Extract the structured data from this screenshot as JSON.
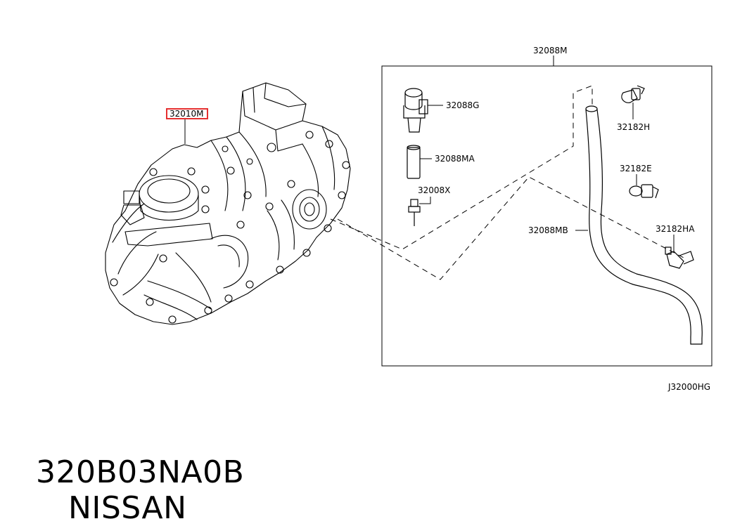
{
  "labels": {
    "transaxle_assembly": "32010M",
    "breather_kit": "32088M",
    "breather_cap": "32088G",
    "breather_tube_short": "32088MA",
    "breather_connector": "32008X",
    "breather_hose": "32088MB",
    "clip_h": "32182H",
    "clip_e": "32182E",
    "clip_ha": "32182HA",
    "drawing_code": "J32000HG"
  },
  "footer": {
    "part_number": "320B03NA0B",
    "brand": "NISSAN"
  },
  "colors": {
    "highlight": "#e53030",
    "line": "#000000"
  }
}
